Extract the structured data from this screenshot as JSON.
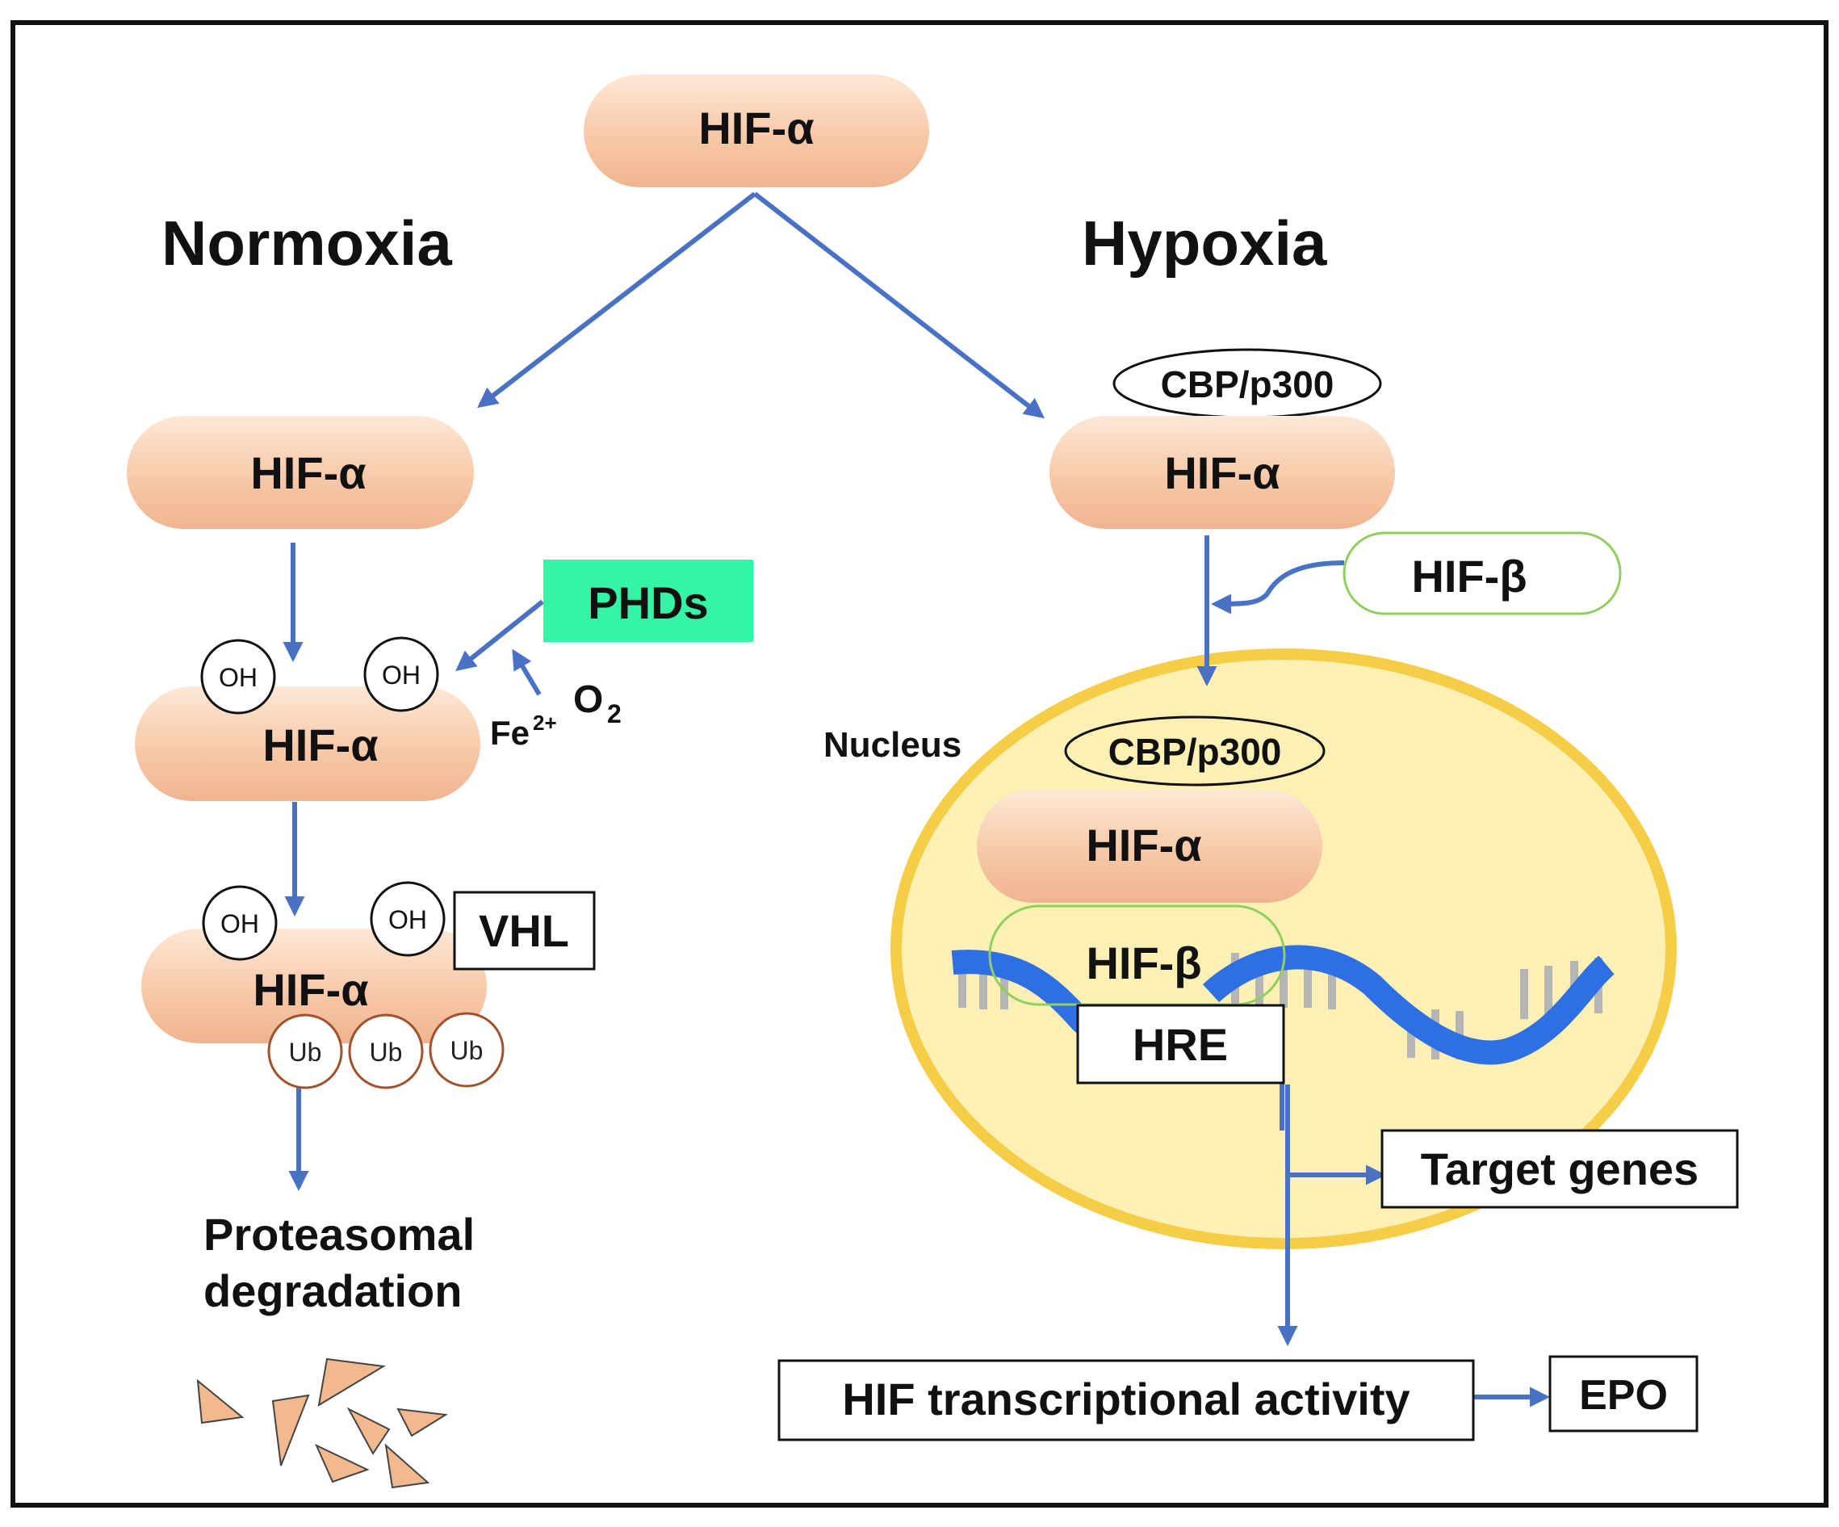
{
  "top": {
    "hif_alpha": "HIF-α"
  },
  "normoxia": {
    "heading": "Normoxia",
    "hif_alpha_1": "HIF-α",
    "hif_alpha_2": "HIF-α",
    "hif_alpha_3": "HIF-α",
    "phds": "PHDs",
    "oh": "OH",
    "fe": "Fe",
    "fe_charge": "2+",
    "o2": "O",
    "o2_sub": "2",
    "vhl": "VHL",
    "ub": "Ub",
    "outcome_line1": "Proteasomal",
    "outcome_line2": "degradation"
  },
  "hypoxia": {
    "heading": "Hypoxia",
    "cbp_1": "CBP/p300",
    "hif_alpha_1": "HIF-α",
    "hif_beta_1": "HIF-β",
    "nucleus": "Nucleus",
    "cbp_2": "CBP/p300",
    "hif_alpha_2": "HIF-α",
    "hif_beta_2": "HIF-β",
    "hre": "HRE",
    "target_genes": "Target genes",
    "transcriptional_activity": "HIF transcriptional activity",
    "epo": "EPO"
  },
  "colors": {
    "arrow": "#4a72c4",
    "pill_light": "#fbe0cc",
    "pill_dark": "#f0b48f",
    "phds_bg": "#33f5a5",
    "nucleus_fill": "#fdf0b4",
    "nucleus_stroke": "#f6cd46",
    "hif_beta_stroke": "#8fcf5e",
    "ub_stroke": "#a0522d",
    "dna_blue": "#2f6fe4",
    "dna_grey": "#b0b0b0"
  }
}
